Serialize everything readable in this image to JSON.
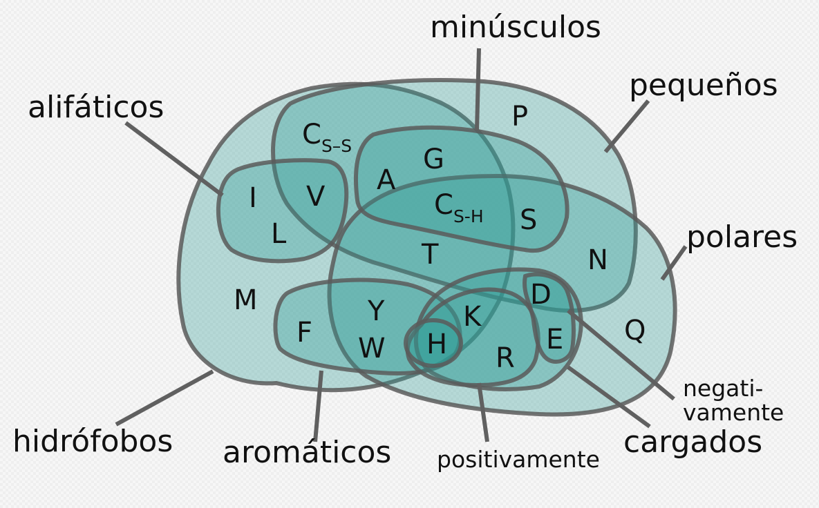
{
  "labels": {
    "minusculos": "minúsculos",
    "pequenos": "pequeños",
    "alifaticos": "alifáticos",
    "polares": "polares",
    "hidrofobos": "hidrófobos",
    "aromaticos": "aromáticos",
    "positivamente": "positivamente",
    "cargados": "cargados",
    "negativamente_line1": "negati-",
    "negativamente_line2": "vamente"
  },
  "amino_acids": {
    "P": "P",
    "C": "C",
    "ss": "S–S",
    "sh": "S-H",
    "G": "G",
    "A": "A",
    "I": "I",
    "V": "V",
    "L": "L",
    "S": "S",
    "T": "T",
    "N": "N",
    "M": "M",
    "D": "D",
    "Y": "Y",
    "K": "K",
    "F": "F",
    "W": "W",
    "H": "H",
    "E": "E",
    "R": "R",
    "Q": "Q"
  },
  "colors": {
    "region_fill": "#2f9a96",
    "outline": "#5a5a5a",
    "text": "#111111"
  }
}
